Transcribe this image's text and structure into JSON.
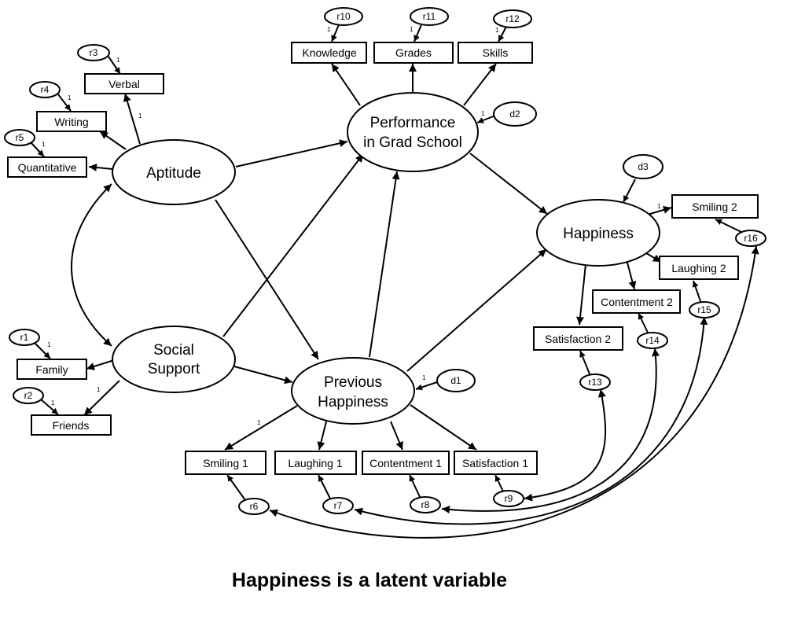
{
  "caption": "Happiness is a latent variable",
  "latents": {
    "aptitude": [
      "Aptitude"
    ],
    "social": [
      "Social",
      "Support"
    ],
    "performance": [
      "Performance",
      "in Grad School"
    ],
    "previous": [
      "Previous",
      "Happiness"
    ],
    "happiness": [
      "Happiness"
    ]
  },
  "observed": {
    "verbal": "Verbal",
    "writing": "Writing",
    "quantitative": "Quantitative",
    "family": "Family",
    "friends": "Friends",
    "knowledge": "Knowledge",
    "grades": "Grades",
    "skills": "Skills",
    "smiling1": "Smiling 1",
    "laughing1": "Laughing 1",
    "contentment1": "Contentment 1",
    "satisfaction1": "Satisfaction 1",
    "smiling2": "Smiling 2",
    "laughing2": "Laughing 2",
    "contentment2": "Contentment 2",
    "satisfaction2": "Satisfaction 2"
  },
  "residuals": {
    "r1": "r1",
    "r2": "r2",
    "r3": "r3",
    "r4": "r4",
    "r5": "r5",
    "r6": "r6",
    "r7": "r7",
    "r8": "r8",
    "r9": "r9",
    "r10": "r10",
    "r11": "r11",
    "r12": "r12",
    "r13": "r13",
    "r14": "r14",
    "r15": "r15",
    "r16": "r16",
    "d1": "d1",
    "d2": "d2",
    "d3": "d3"
  },
  "fixed_loading_label": "1"
}
